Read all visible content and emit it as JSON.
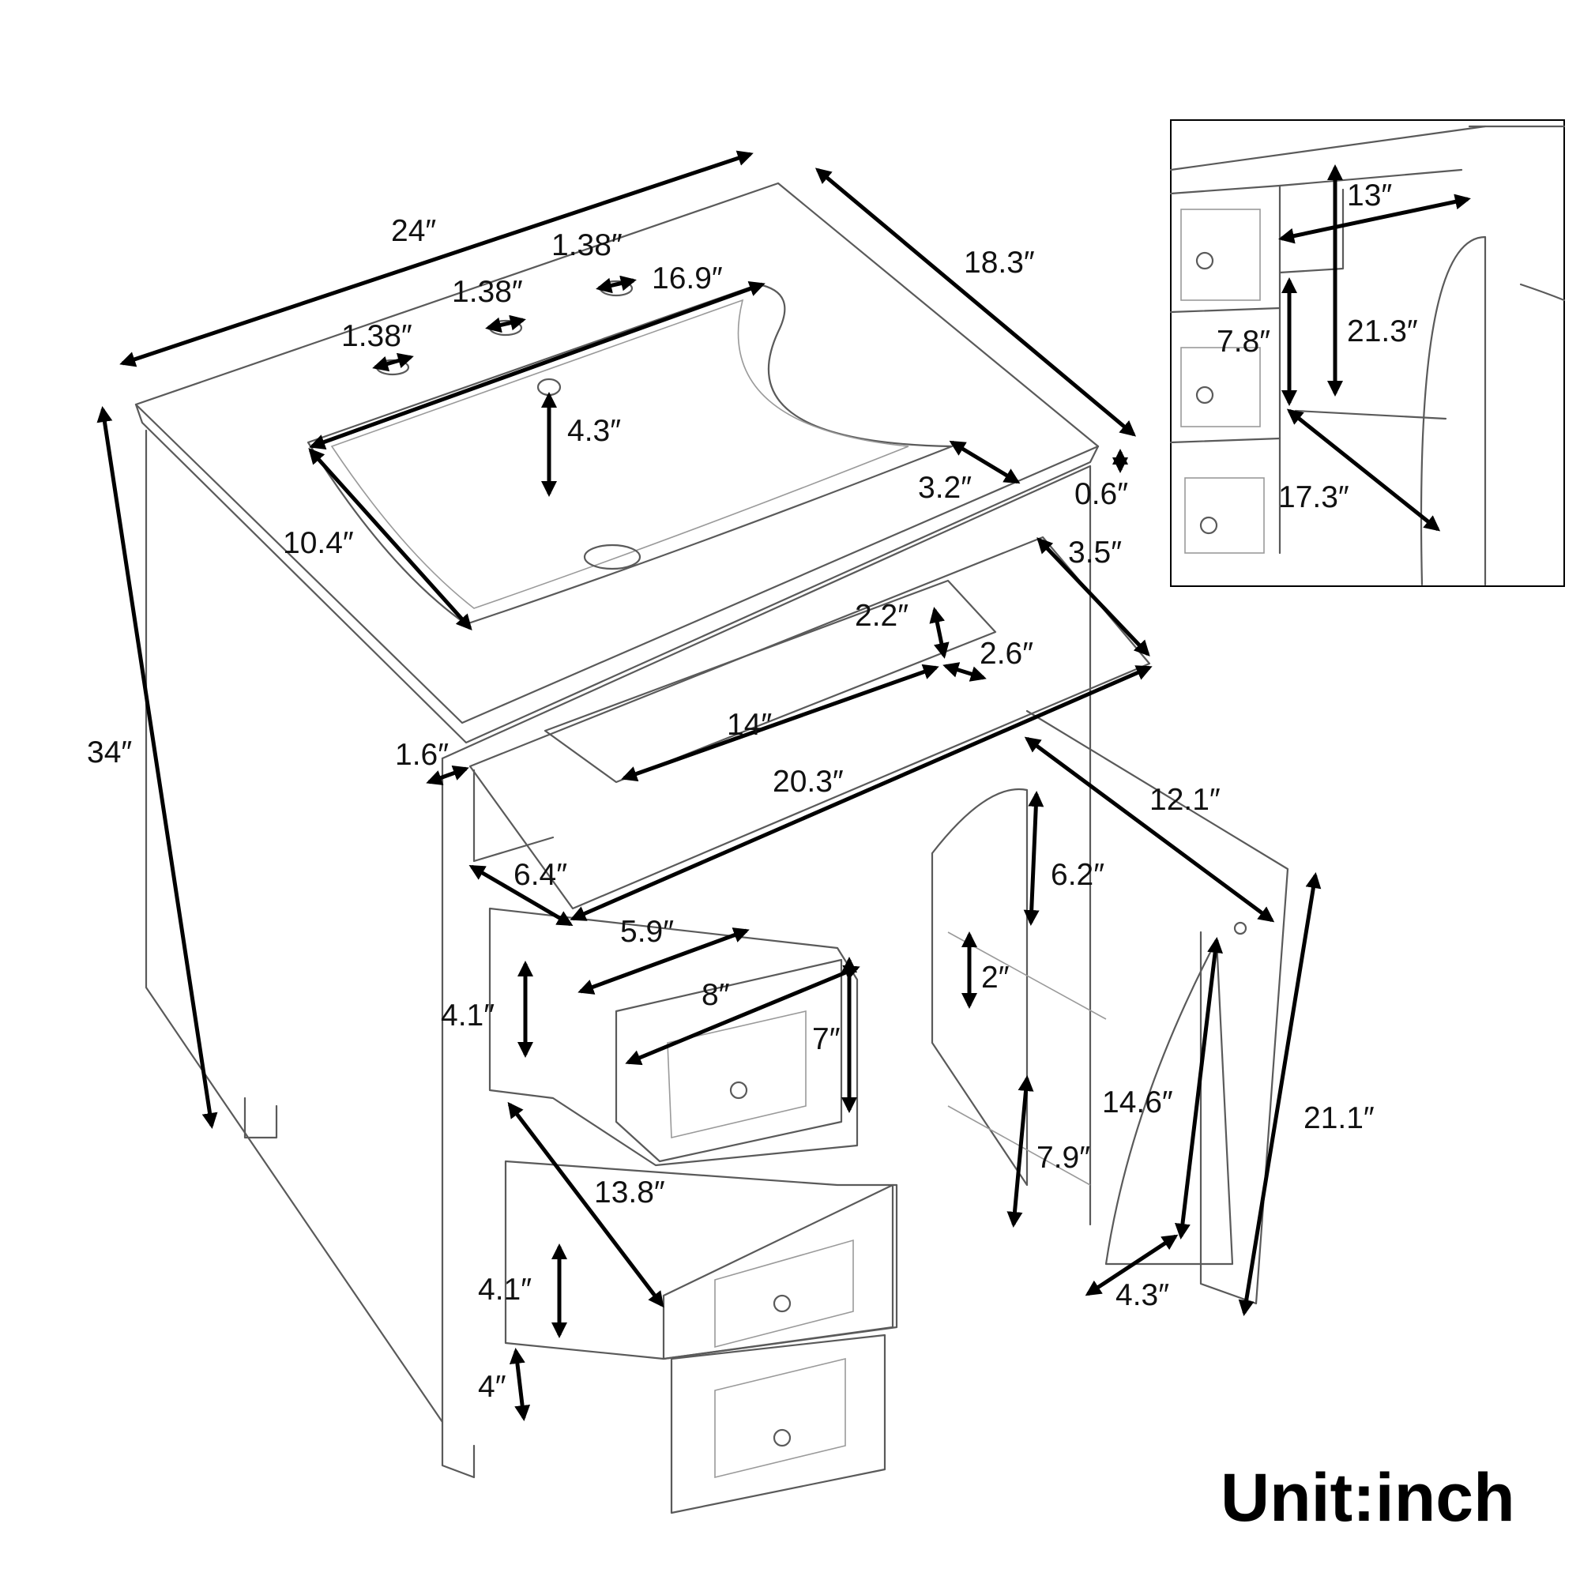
{
  "unit_label": "Unit:inch",
  "dimensions": {
    "width": "24″",
    "depth": "18.3″",
    "height": "34″",
    "faucet_hole_1": "1.38″",
    "faucet_hole_2": "1.38″",
    "faucet_hole_3": "1.38″",
    "basin_length": "16.9″",
    "basin_depth": "4.3″",
    "basin_width": "10.4″",
    "rim": "3.2″",
    "top_thickness": "0.6″",
    "flip_drawer_height": "3.5″",
    "tray_height": "2.2″",
    "tray_depth": "2.6″",
    "tray_width": "14″",
    "side_panel": "1.6″",
    "flip_drawer_width": "20.3″",
    "flip_drawer_depth": "6.4″",
    "door_width": "12.1″",
    "drawer_inner_depth": "5.9″",
    "drawer_inner_width": "8″",
    "drawer_inner_height": "4.1″",
    "drawer_front_height": "7″",
    "shelf_upper": "6.2″",
    "shelf_gap": "2″",
    "drawer_length": "13.8″",
    "door_shelf_height": "14.6″",
    "shelf_lower": "7.9″",
    "door_height": "21.1″",
    "door_shelf_depth": "4.3″",
    "drawer2_height": "4.1″",
    "bottom_gap": "4″"
  },
  "inset": {
    "cabinet_width": "13″",
    "cabinet_height": "21.3″",
    "drawer_gap": "7.8″",
    "cabinet_depth": "17.3″"
  }
}
